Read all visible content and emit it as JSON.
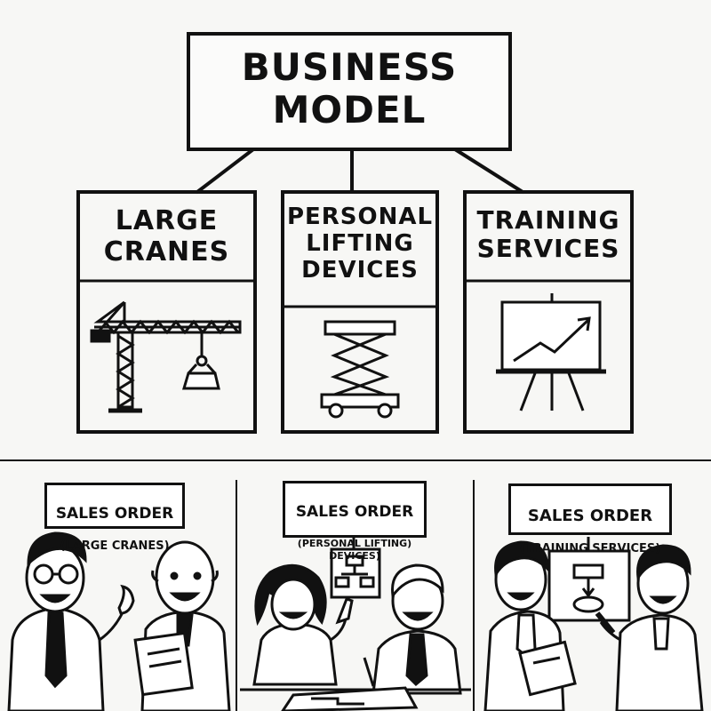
{
  "diagram": {
    "root": {
      "label": "BUSINESS\nMODEL"
    },
    "segments": [
      {
        "label": "LARGE\nCRANES",
        "icon": "tower-crane-icon"
      },
      {
        "label": "PERSONAL\nLIFTING\nDEVICES",
        "icon": "scissor-lift-icon"
      },
      {
        "label": "TRAINING\nSERVICES",
        "icon": "chart-easel-icon"
      }
    ]
  },
  "panels": [
    {
      "title": "SALES ORDER",
      "subtitle": "(LARGE CRANES)"
    },
    {
      "title": "SALES ORDER",
      "subtitle": "(PERSONAL LIFTING)\nDEVICES)"
    },
    {
      "title": "SALES ORDER",
      "subtitle": "(TRAINING SERVICES)"
    }
  ],
  "colors": {
    "ink": "#111111",
    "paper": "#f7f7f5"
  }
}
